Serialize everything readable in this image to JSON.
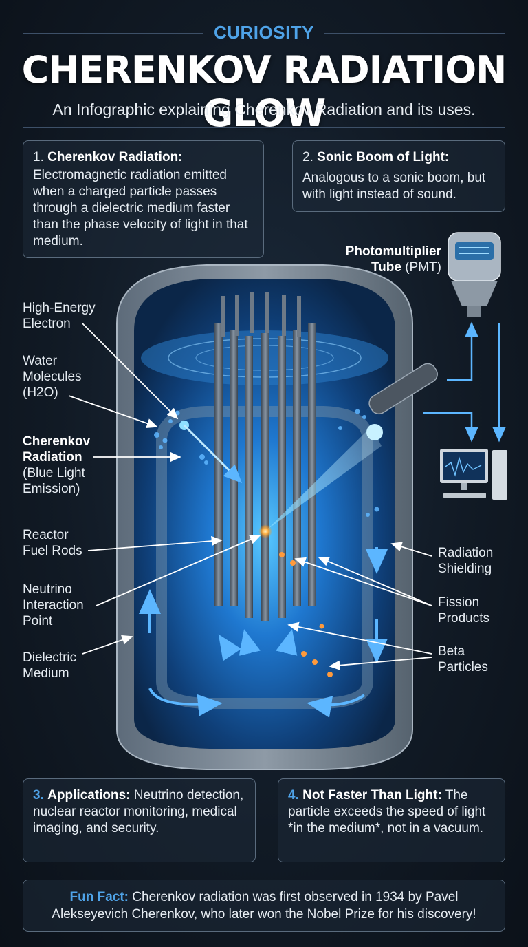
{
  "header": {
    "kicker": "CURIOSITY",
    "title": "CHERENKOV RADIATION GLOW",
    "subtitle": "An Infographic explaining Cherenkov Radiation and its uses."
  },
  "cards": [
    {
      "number": "1.",
      "heading": "Cherenkov Radiation:",
      "body": "Electromagnetic radiation emitted when a charged particle passes through a dielectric medium faster than the phase velocity of light in that medium."
    },
    {
      "number": "2.",
      "heading": "Sonic Boom of Light:",
      "body": "Analogous to a sonic boom, but with light instead of sound."
    },
    {
      "number": "3.",
      "heading": "Applications:",
      "body": "Neutrino detection, nuclear reactor monitoring, medical imaging, and security."
    },
    {
      "number": "4.",
      "heading": "Not Faster Than Light:",
      "body": "The particle exceeds the speed of light *in the medium*, not in a vacuum."
    }
  ],
  "fun_fact": {
    "label": "Fun Fact:",
    "text": "Cherenkov radiation was first observed in 1934 by Pavel Alekseyevich Cherenkov, who later won the Nobel Prize for his discovery!"
  },
  "labels": {
    "pmt_line1": "Photomultiplier",
    "pmt_line2_bold": "Tube",
    "pmt_line2_rest": "(PMT)",
    "electron_1": "High-Energy",
    "electron_2": "Electron",
    "water_1": "Water",
    "water_2": "Molecules",
    "water_3": "(H2O)",
    "cherenkov_1": "Cherenkov",
    "cherenkov_2": "Radiation",
    "cherenkov_3": "(Blue Light",
    "cherenkov_4": "Emission)",
    "fuel_1": "Reactor",
    "fuel_2": "Fuel Rods",
    "neutrino_1": "Neutrino",
    "neutrino_2": "Interaction",
    "neutrino_3": "Point",
    "dielectric_1": "Dielectric",
    "dielectric_2": "Medium",
    "shielding_1": "Radiation",
    "shielding_2": "Shielding",
    "fission_1": "Fission",
    "fission_2": "Products",
    "beta_1": "Beta",
    "beta_2": "Particles"
  },
  "colors": {
    "accent": "#4fa3e8",
    "glow": "#3aa8ff",
    "background": "#111a25"
  }
}
